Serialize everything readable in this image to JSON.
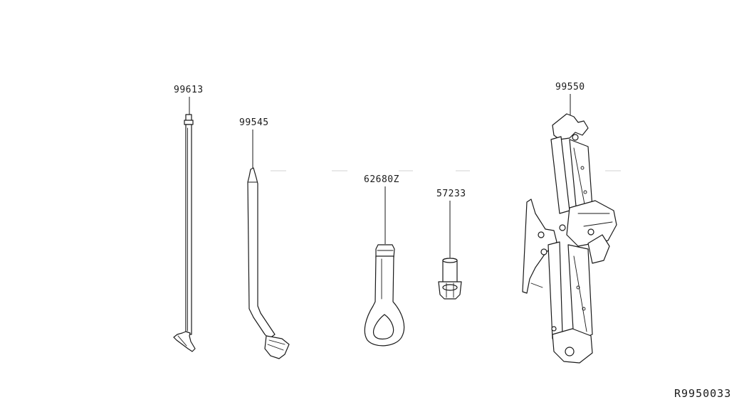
{
  "parts": [
    {
      "id": "jack-rod",
      "number": "99613"
    },
    {
      "id": "wheel-wrench",
      "number": "99545"
    },
    {
      "id": "tow-hook",
      "number": "62680Z"
    },
    {
      "id": "adapter-socket",
      "number": "57233"
    },
    {
      "id": "scissor-jack",
      "number": "99550"
    }
  ],
  "diagram_reference": "R9950033"
}
